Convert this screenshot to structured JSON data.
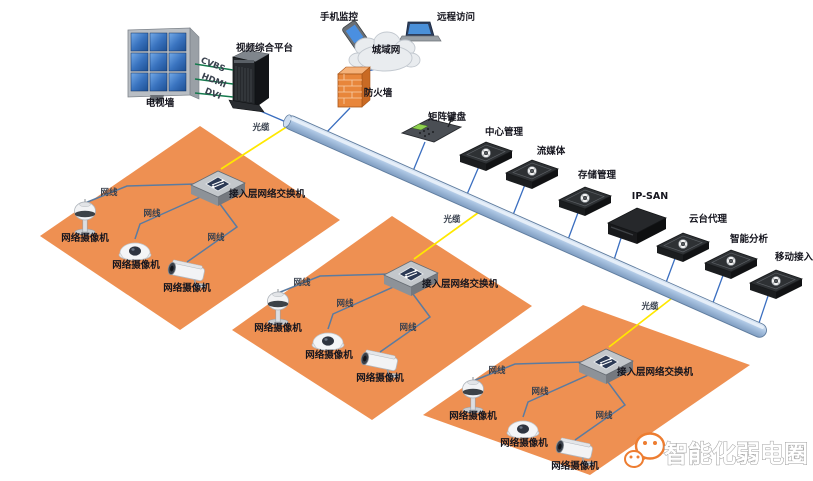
{
  "diagram": {
    "type": "video-surveillance-network-topology",
    "nodes": {
      "tv_wall": "电视墙",
      "video_platform": "视频综合平台",
      "phone_monitor": "手机监控",
      "remote_access": "远程访问",
      "metro_network": "城域网",
      "firewall": "防火墙",
      "matrix_keyboard": "矩阵键盘",
      "center_management": "中心管理",
      "streaming_media": "流媒体",
      "storage_management": "存储管理",
      "ip_san": "IP-SAN",
      "ptz_proxy": "云台代理",
      "intelligent_analysis": "智能分析",
      "mobile_access": "移动接入"
    },
    "cables": {
      "fiber": "光缆",
      "ethernet": "网线",
      "cvbs": "CVBS",
      "hdmi": "HDMI",
      "dvi": "DVI"
    },
    "zones": [
      {
        "switch_label": "接入层网络交换机",
        "cameras": [
          "网络摄像机",
          "网络摄像机",
          "网络摄像机"
        ]
      },
      {
        "switch_label": "接入层网络交换机",
        "cameras": [
          "网络摄像机",
          "网络摄像机",
          "网络摄像机"
        ]
      },
      {
        "switch_label": "接入层网络交换机",
        "cameras": [
          "网络摄像机",
          "网络摄像机",
          "网络摄像机"
        ]
      }
    ],
    "watermark": "智能化弱电圈",
    "colors": {
      "zone_fill": "#EE9052",
      "backbone": "#A9C4E2",
      "fiber_line": "#FFE800",
      "ethernet_line": "#5B7BA0",
      "link_line": "#3A6EC0",
      "video_line": "#157A4D",
      "watermark_accent": "#ED7D31"
    }
  }
}
